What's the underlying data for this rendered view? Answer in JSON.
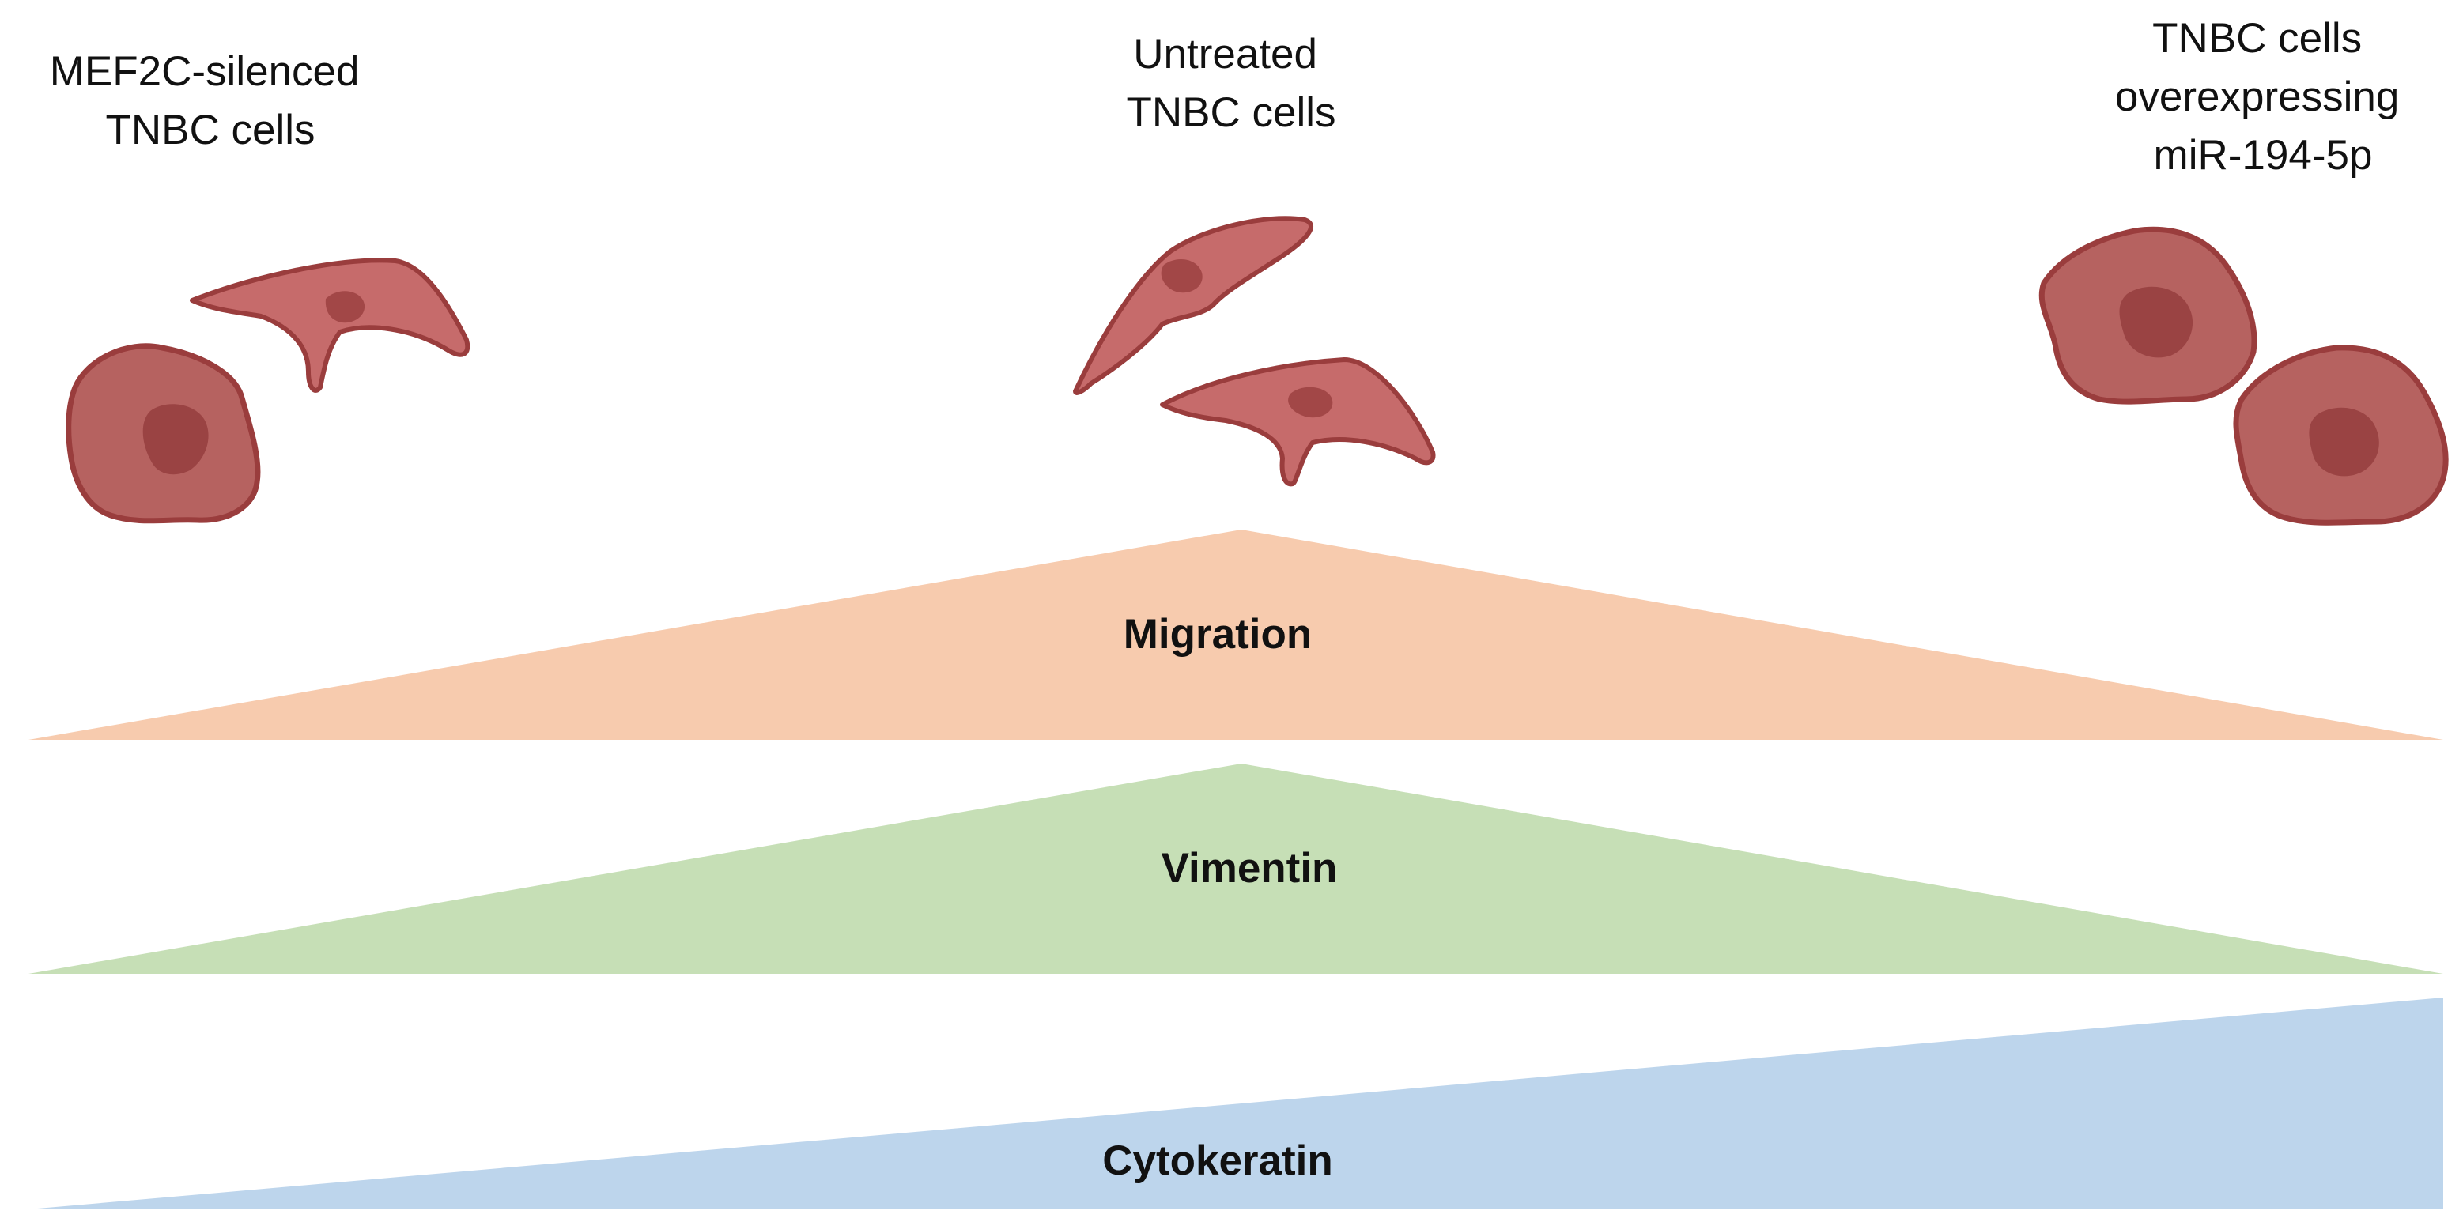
{
  "groups": [
    {
      "id": "left",
      "label_lines": [
        "MEF2C-silenced",
        "TNBC cells"
      ]
    },
    {
      "id": "center",
      "label_lines": [
        "Untreated",
        "TNBC cells"
      ]
    },
    {
      "id": "right",
      "label_lines": [
        "TNBC cells",
        "overexpressing",
        "miR-194-5p"
      ]
    }
  ],
  "bands": [
    {
      "id": "migration",
      "label": "Migration",
      "color": "#F7CBAE",
      "levels": {
        "left": 0,
        "center": 1,
        "right": 0
      }
    },
    {
      "id": "vimentin",
      "label": "Vimentin",
      "color": "#C6DFB6",
      "levels": {
        "left": 0,
        "center": 1,
        "right": 0
      }
    },
    {
      "id": "cytokeratin",
      "label": "Cytokeratin",
      "color": "#BDD5EC",
      "levels": {
        "left": 0,
        "center": 0.5,
        "right": 1
      }
    }
  ],
  "cell_colors": {
    "mesenchymal_fill": "#C66B6B",
    "mesenchymal_nucleus": "#A24747",
    "epithelial_fill": "#B66260",
    "epithelial_nucleus": "#9A4343",
    "outline": "#9A3D3D"
  }
}
